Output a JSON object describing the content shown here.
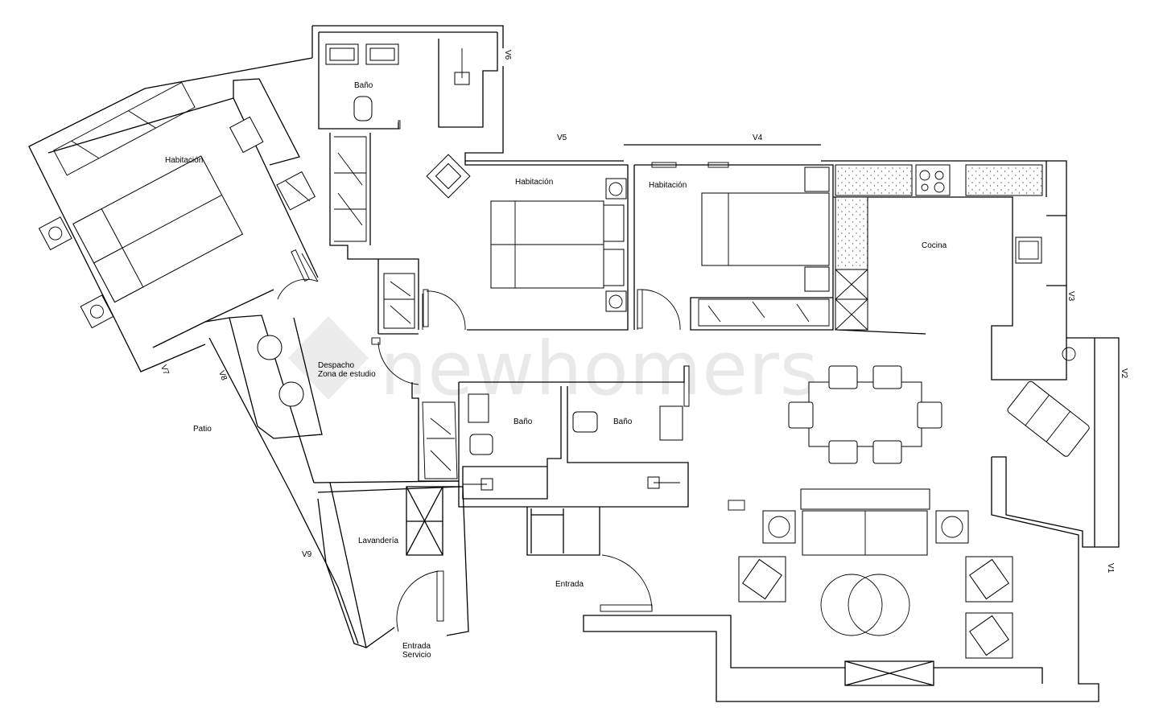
{
  "watermark": {
    "text": "newhomers",
    "color": "#e6e6e6"
  },
  "rooms": {
    "bano_1": "Baño",
    "habitacion_1": "Habitación",
    "habitacion_2": "Habitación",
    "habitacion_3": "Habitación",
    "cocina": "Cocina",
    "despacho": "Despacho",
    "zona_estudio": "Zona de estudio",
    "patio": "Patio",
    "bano_2": "Baño",
    "bano_3": "Baño",
    "lavanderia": "Lavandería",
    "entrada": "Entrada",
    "entrada_servicio_1": "Entrada",
    "entrada_servicio_2": "Servicio"
  },
  "windows": {
    "v1": "V1",
    "v2": "V2",
    "v3": "V3",
    "v4": "V4",
    "v5": "V5",
    "v6": "V6",
    "v7": "V7",
    "v8": "V8",
    "v9": "V9"
  }
}
